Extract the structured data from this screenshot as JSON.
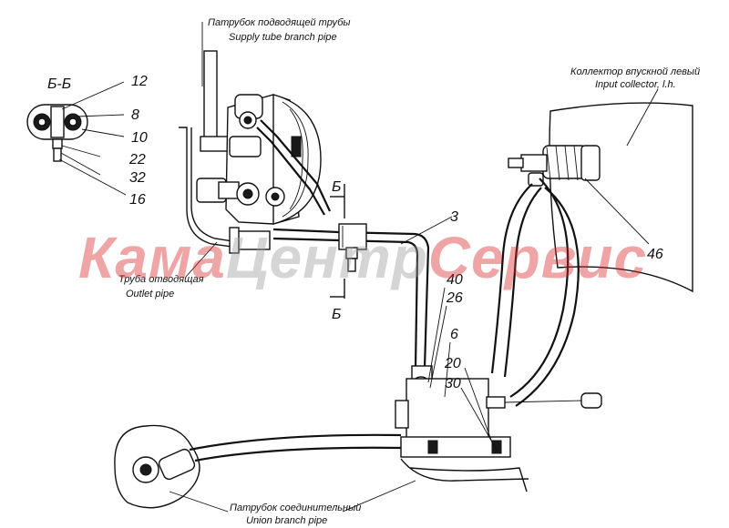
{
  "labels": {
    "supply_ru": "Патрубок подводящей трубы",
    "supply_en": "Supply tube branch pipe",
    "collector_ru": "Коллектор впускной левый",
    "collector_en": "Input collector, l.h.",
    "outlet_ru": "Труба отводящая",
    "outlet_en": "Outlet pipe",
    "union_ru": "Патрубок соединительный",
    "union_en": "Union branch pipe"
  },
  "section": {
    "title": "Б-Б",
    "marker": "Б"
  },
  "callouts": {
    "c12": "12",
    "c8": "8",
    "c10": "10",
    "c22": "22",
    "c32": "32",
    "c16": "16",
    "c3": "3",
    "c46": "46",
    "c40": "40",
    "c26": "26",
    "c6": "6",
    "c20": "20",
    "c30": "30"
  },
  "watermark": {
    "part1": "Кама",
    "part2": "Центр",
    "part3": "Сервис",
    "color1": "#d9262b",
    "color2": "#9a9a9a"
  }
}
